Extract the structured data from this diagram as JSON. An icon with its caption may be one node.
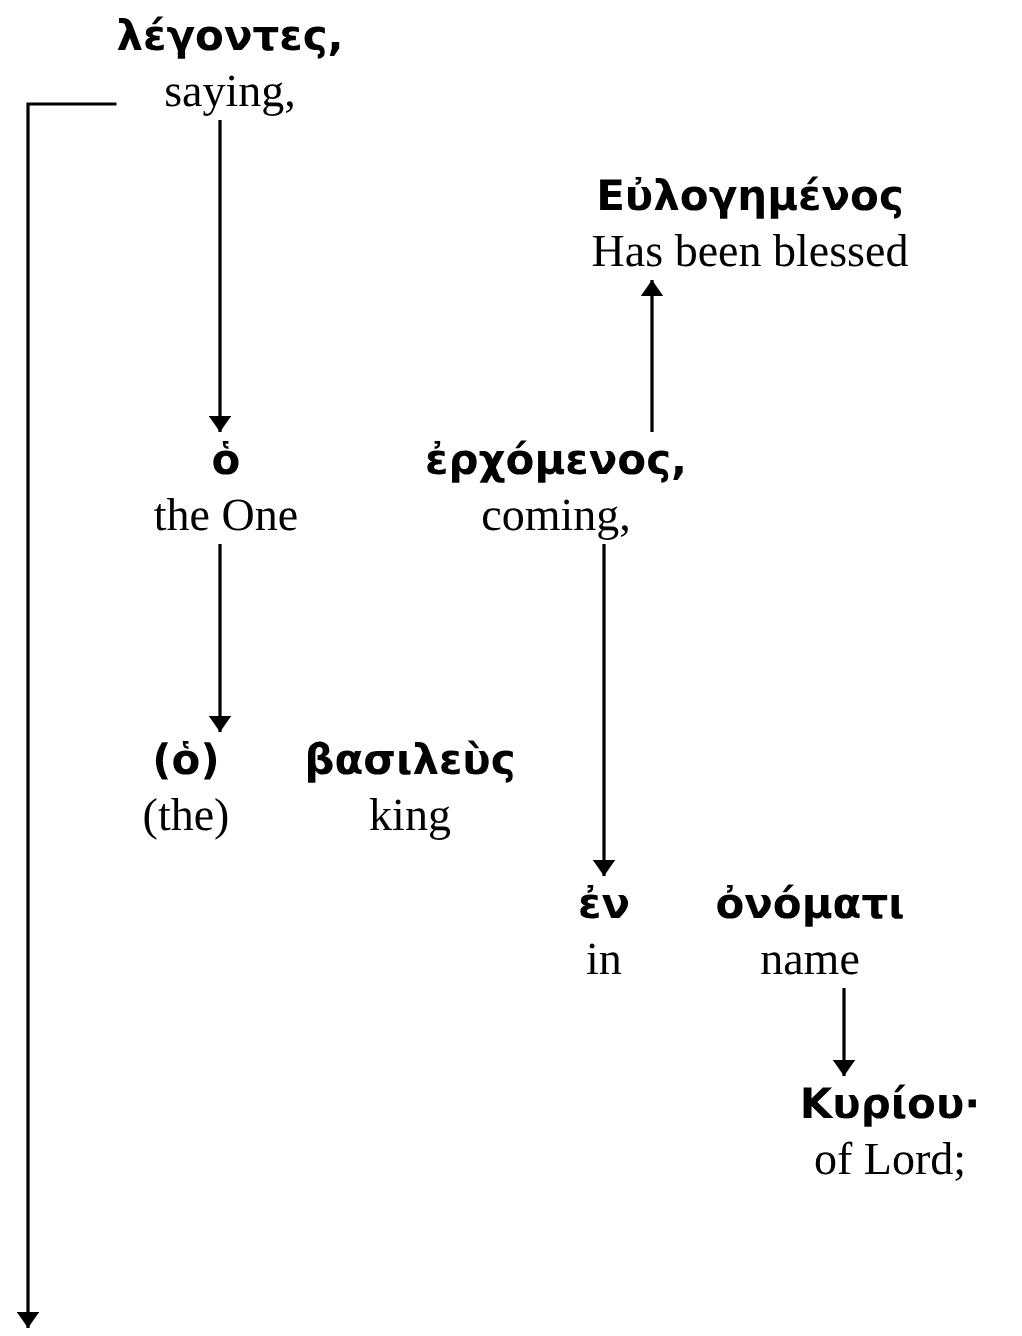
{
  "diagram": {
    "nodes": [
      {
        "text": [
          "λέγοντες,",
          "saying,"
        ]
      },
      {
        "text": [
          "Εὐλογημένος",
          "Has been blessed"
        ]
      },
      {
        "text": [
          "ὁ",
          "the One"
        ]
      },
      {
        "text": [
          "ἐρχόμενος,",
          "coming,"
        ]
      },
      {
        "text": [
          "(ὁ)",
          "(the)"
        ]
      },
      {
        "text": [
          "βασιλεὺς",
          "king"
        ]
      },
      {
        "text": [
          "ἐν",
          "in"
        ]
      },
      {
        "text": [
          "ὀνόματι",
          "name"
        ]
      },
      {
        "text": [
          "Κυρίου·",
          "of Lord;"
        ]
      }
    ],
    "edges": [
      {
        "from": 0,
        "to": 2,
        "arrow": "to"
      },
      {
        "from": 3,
        "to": 1,
        "arrow": "to"
      },
      {
        "from": 2,
        "to": 4,
        "arrow": "to"
      },
      {
        "from": 3,
        "to": 6,
        "arrow": "to"
      },
      {
        "from": 7,
        "to": 8,
        "arrow": "to"
      },
      {
        "from": 0,
        "to": null,
        "arrow": "to"
      }
    ]
  }
}
